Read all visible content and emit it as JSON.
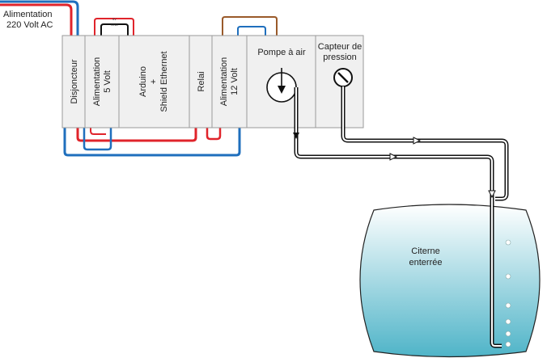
{
  "power": {
    "label_line1": "Alimentation",
    "label_line2": "220 Volt AC"
  },
  "modules": {
    "breaker": "Disjoncteur",
    "psu5_line1": "Alimentation",
    "psu5_line2": "5 Volt",
    "arduino_line1": "Arduino",
    "arduino_line2": "+",
    "arduino_line3": "Shield Ethernet",
    "relay": "Relai",
    "psu12_line1": "Alimentation",
    "psu12_line2": "12 Volt",
    "pump": "Pompe à air",
    "sensor_line1": "Capteur de",
    "sensor_line2": "pression"
  },
  "tiny_labels": {
    "top": "5V",
    "bottom": "GND"
  },
  "tank": {
    "label_line1": "Citerne",
    "label_line2": "enterrée"
  },
  "colors": {
    "live": "#e0242b",
    "neutral": "#1f6fbd",
    "relay_wire": "#9a5a2a",
    "tank_top": "#ffffff",
    "tank_bottom": "#4fb4c8",
    "panel": "#f0f0f0",
    "panel_border": "#9a9a9a"
  }
}
